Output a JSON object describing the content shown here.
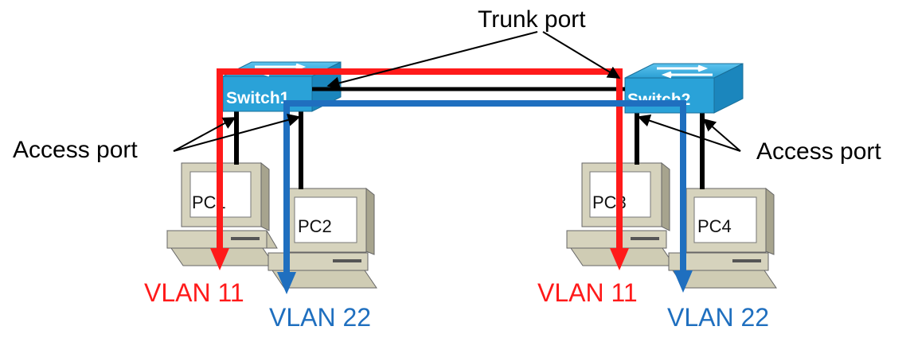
{
  "labels": {
    "trunk_port": "Trunk port",
    "access_port_left": "Access port",
    "access_port_right": "Access port"
  },
  "switches": {
    "switch1": "Switch1",
    "switch2": "Switch2"
  },
  "pcs": {
    "pc1": "PC1",
    "pc2": "PC2",
    "pc3": "PC3",
    "pc4": "PC4"
  },
  "vlans": {
    "left_11": "VLAN 11",
    "left_22": "VLAN 22",
    "right_11": "VLAN 11",
    "right_22": "VLAN 22"
  },
  "colors": {
    "vlan11": "#ff1a1a",
    "vlan22": "#1f6fbf",
    "switch_top": "#2fa6d9",
    "switch_side": "#1b86bd",
    "pc_body": "#d6d3bd",
    "pc_dark": "#a7a48e"
  }
}
